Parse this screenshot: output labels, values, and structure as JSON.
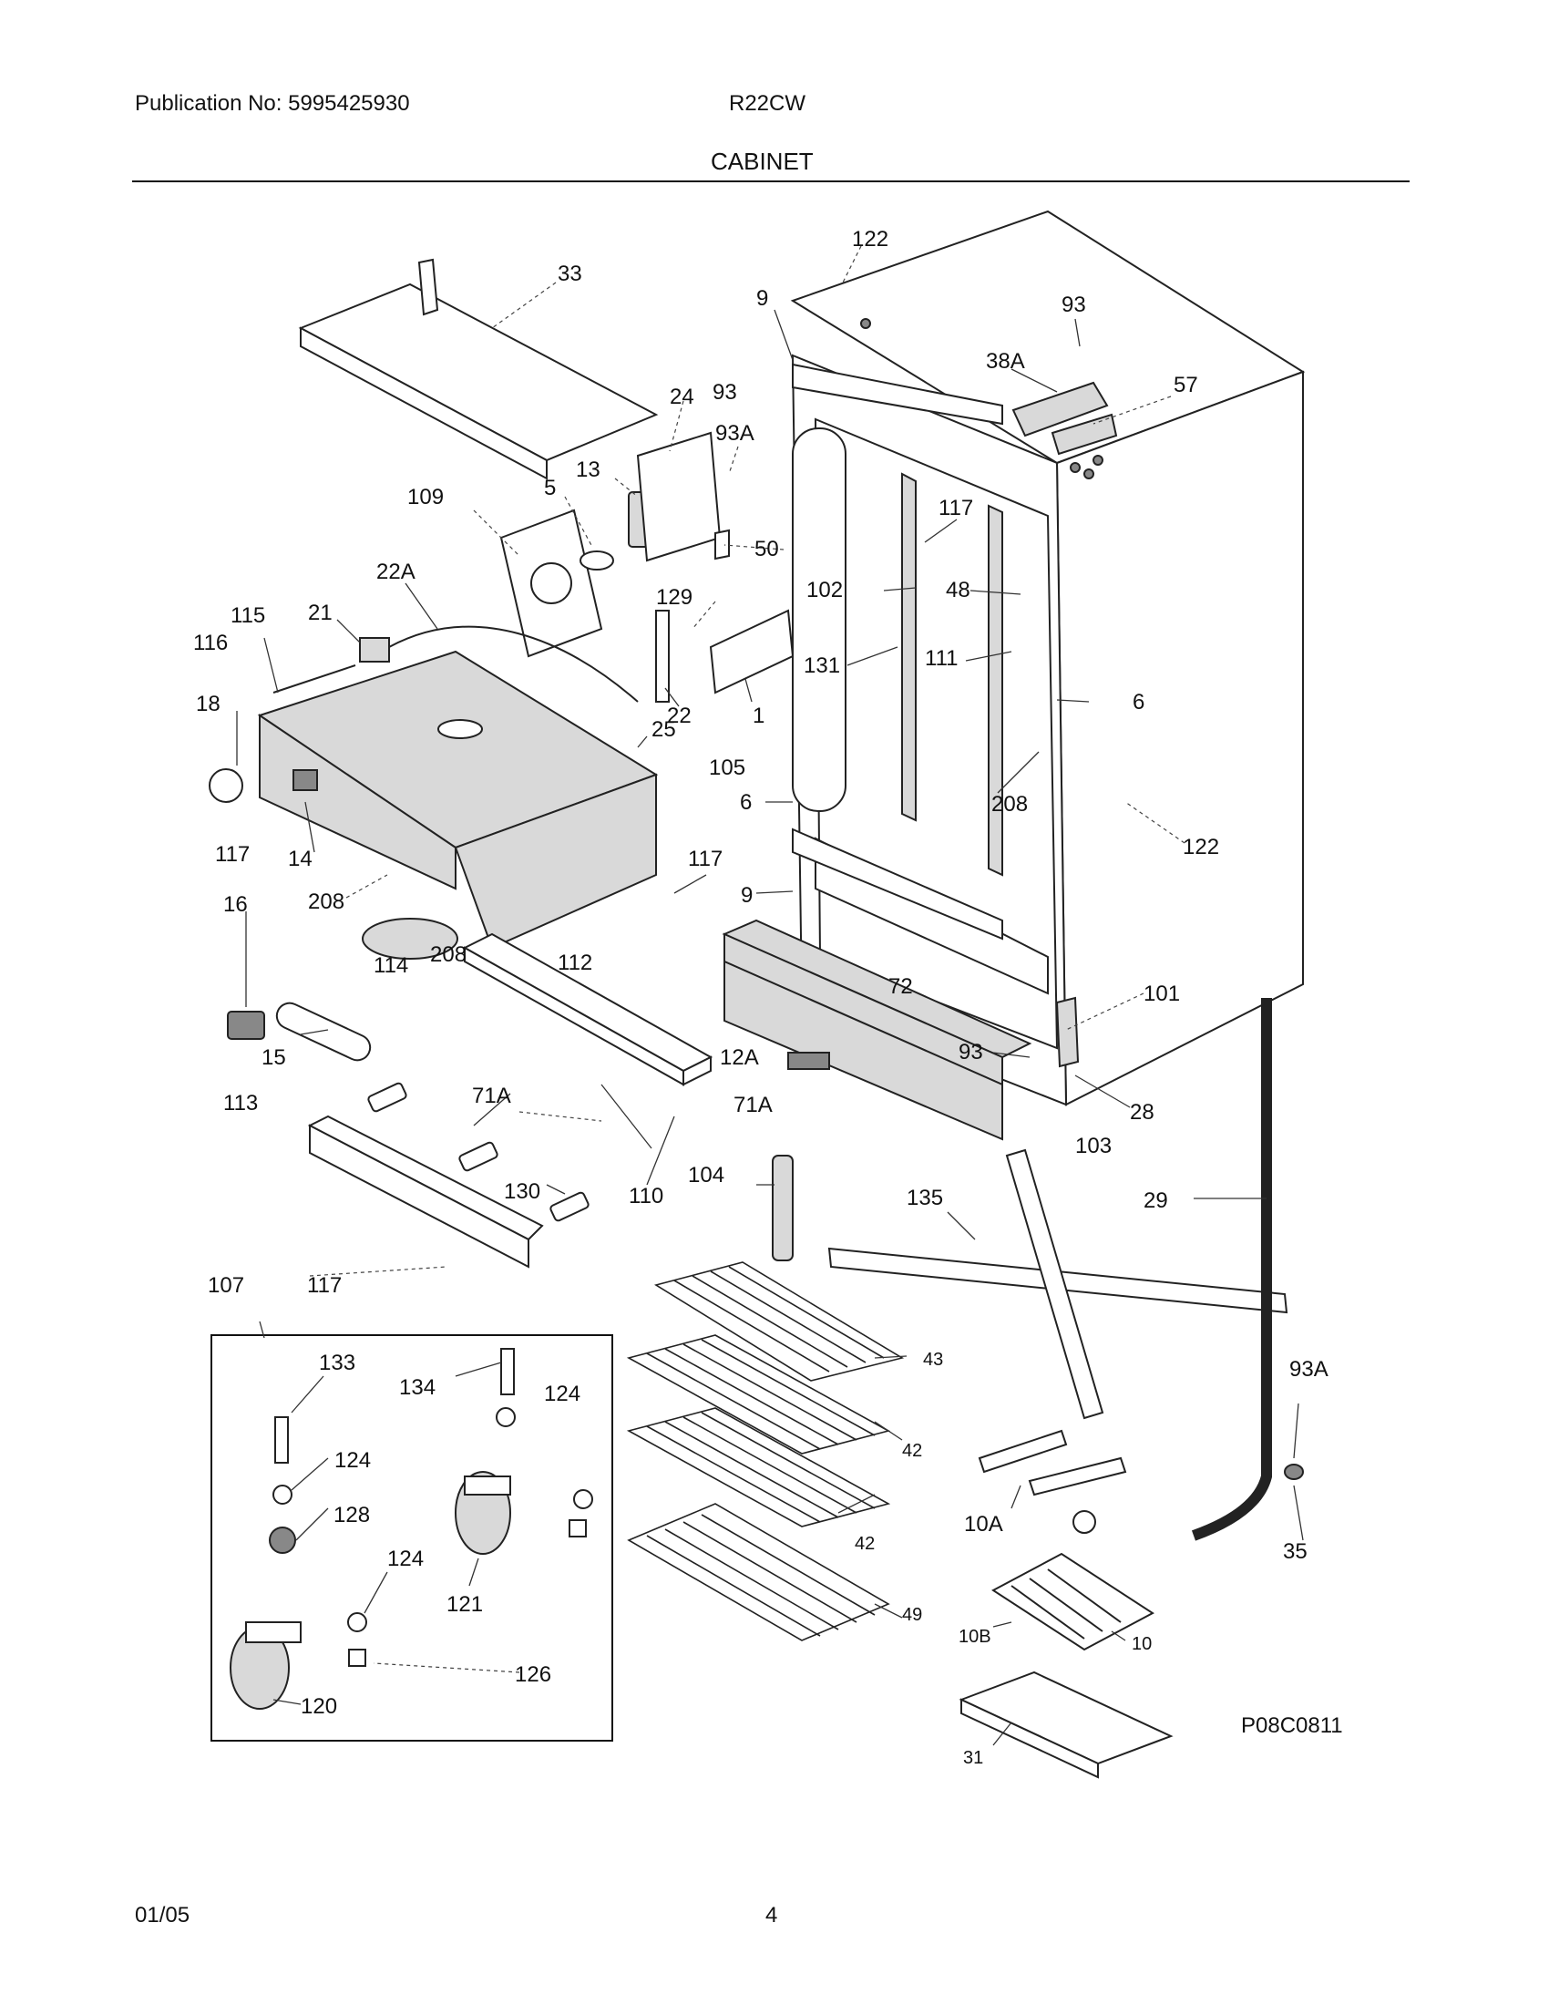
{
  "header": {
    "publication": "Publication No: 5995425930",
    "model": "R22CW",
    "section": "CABINET"
  },
  "diagram": {
    "figure_code": "P08C0811",
    "callouts": [
      "122",
      "33",
      "9",
      "93",
      "38A",
      "57",
      "24",
      "93",
      "93A",
      "109",
      "5",
      "13",
      "50",
      "117",
      "22A",
      "129",
      "102",
      "48",
      "115",
      "21",
      "116",
      "131",
      "111",
      "18",
      "22",
      "1",
      "6",
      "25",
      "105",
      "6",
      "208",
      "122",
      "117",
      "14",
      "117",
      "9",
      "16",
      "208",
      "208",
      "112",
      "114",
      "72",
      "101",
      "15",
      "12A",
      "93",
      "71A",
      "28",
      "103",
      "113",
      "71A",
      "104",
      "110",
      "135",
      "29",
      "130",
      "107",
      "117",
      "133",
      "134",
      "124",
      "43",
      "93A",
      "124",
      "42",
      "128",
      "10A",
      "124",
      "42",
      "121",
      "10B",
      "10",
      "49",
      "126",
      "120",
      "31",
      "35"
    ]
  },
  "footer": {
    "date": "01/05",
    "page": "4"
  }
}
